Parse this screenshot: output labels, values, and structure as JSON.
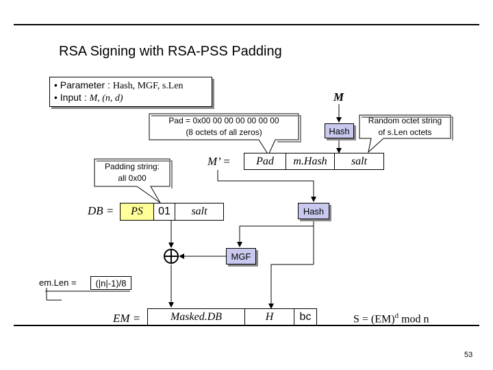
{
  "title": "RSA Signing with RSA-PSS Padding",
  "params": {
    "parameter_prefix": "Parameter : ",
    "parameter_value": "Hash, MGF, s.Len",
    "input_prefix": "Input : ",
    "input_value": "M, (n, d)"
  },
  "labels": {
    "M": "M",
    "hash_top": "Hash",
    "hash_mid": "Hash",
    "mgf": "MGF",
    "m_prime": "M’ =",
    "pad": "Pad",
    "mhash": "m.Hash",
    "salt_top": "salt",
    "db_eq": "DB =",
    "ps": "PS",
    "one": "01",
    "salt_db": "salt",
    "em_eq": "EM =",
    "masked_db": "Masked.DB",
    "h": "H",
    "bc": "bc",
    "signature_prefix": "S = (EM)",
    "signature_exp": "d",
    "signature_suffix": " mod n",
    "emlen_label": "em.Len =",
    "emlen_value": "(|n|-1)/8"
  },
  "callouts": {
    "pad_line1": "Pad = 0x00 00 00 00 00 00 00",
    "pad_line2": "(8 octets of all zeros)",
    "padding_line1": "Padding string:",
    "padding_line2": "all 0x00",
    "random_line1": "Random octet string",
    "random_line2": "of s.Len octets"
  },
  "page_number": "53",
  "colors": {
    "background": "#ffffff",
    "hash_box": "#c9c9ef",
    "callout_fill": "#ffffff",
    "ps_fill": "#ffff99",
    "shadow": "#8a8a8a"
  }
}
